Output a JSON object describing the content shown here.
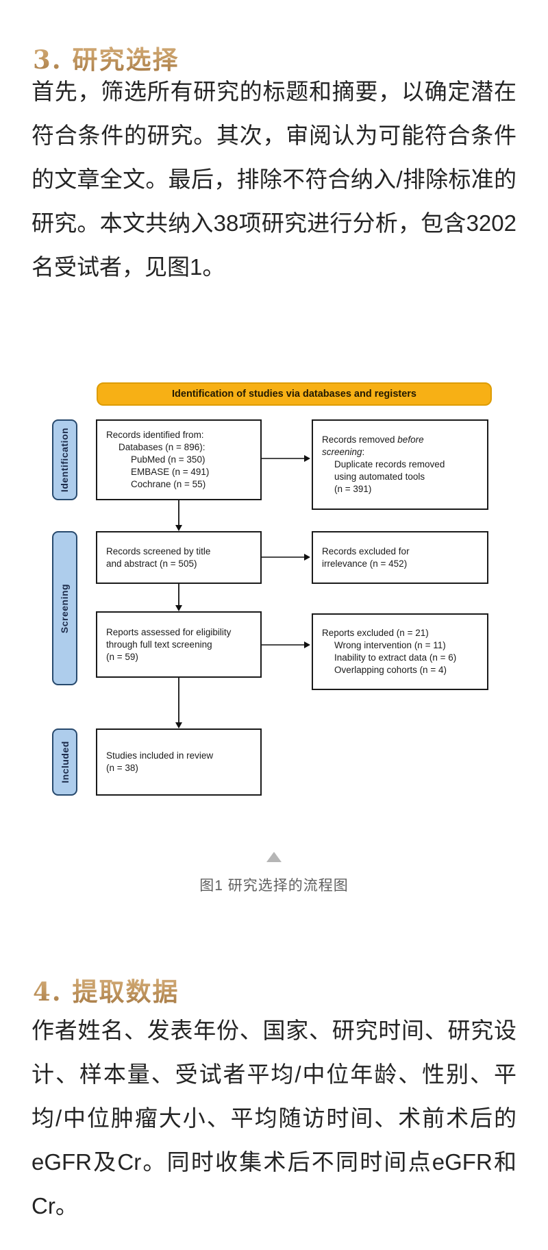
{
  "colors": {
    "heading_gold": "#b8905a",
    "banner_bg": "#f7b015",
    "banner_border": "#dd9c05",
    "stage_bg": "#aecdec",
    "stage_border": "#27496d",
    "box_border": "#1a1a1a",
    "body_text": "#242424",
    "caption_text": "#5f5f5f",
    "triangle_gray": "#b5b5b5"
  },
  "section3": {
    "heading": "3. 研究选择",
    "paragraph": "首先，筛选所有研究的标题和摘要，以确定潜在符合条件的研究。其次，审阅认为可能符合条件的文章全文。最后，排除不符合纳入/排除标准的研究。本文共纳入38项研究进行分析，包含3202名受试者，见图1。"
  },
  "figure": {
    "banner": "Identification of studies via databases and registers",
    "stage_identification": "Identification",
    "stage_screening": "Screening",
    "stage_included": "Included",
    "box_identified": {
      "l0": "Records identified from:",
      "l1": "Databases (n =  896):",
      "l2": "PubMed (n = 350)",
      "l3": "EMBASE (n = 491)",
      "l4": "Cochrane (n = 55)"
    },
    "box_removed": {
      "l0a": "Records removed ",
      "l0b": "before",
      "l1a": "screening",
      "l1b": ":",
      "l2": "Duplicate records removed",
      "l3": "using automated tools",
      "l4": "(n = 391)"
    },
    "box_screened": {
      "l0": "Records screened by title",
      "l1": "and abstract (n = 505)"
    },
    "box_excluded_irrelevance": {
      "l0": "Records excluded for",
      "l1": "irrelevance (n = 452)"
    },
    "box_assessed": {
      "l0": "Reports assessed for eligibility",
      "l1": "through full text screening",
      "l2": "(n = 59)"
    },
    "box_reports_excluded": {
      "l0": "Reports excluded (n = 21)",
      "l1": "Wrong intervention (n = 11)",
      "l2": "Inability to extract data (n = 6)",
      "l3": "Overlapping cohorts (n = 4)"
    },
    "box_included": {
      "l0": "Studies included in review",
      "l1": "(n = 38)"
    },
    "caption": "图1 研究选择的流程图"
  },
  "section4": {
    "heading": "4. 提取数据",
    "paragraph": "作者姓名、发表年份、国家、研究时间、研究设计、样本量、受试者平均/中位年龄、性别、平均/中位肿瘤大小、平均随访时间、术前术后的eGFR及Cr。同时收集术后不同时间点eGFR和Cr。"
  }
}
